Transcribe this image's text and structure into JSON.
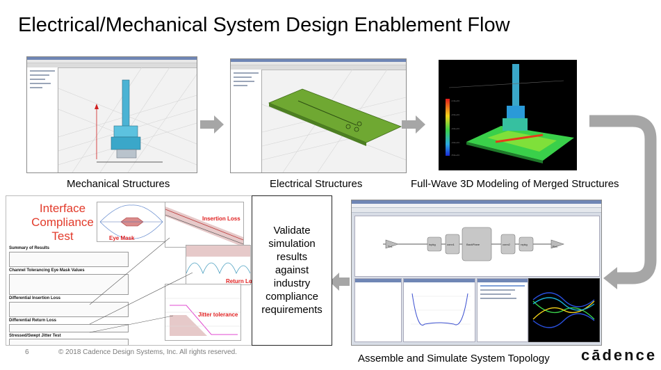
{
  "slide": {
    "title": "Electrical/Mechanical System Design Enablement Flow",
    "page_number": "6",
    "copyright": "© 2018 Cadence Design Systems, Inc. All rights reserved.",
    "logo": "cādence"
  },
  "captions": {
    "mechanical": "Mechanical Structures",
    "electrical": "Electrical Structures",
    "fullwave": "Full-Wave 3D Modeling of Merged Structures",
    "assemble": "Assemble and Simulate System Topology"
  },
  "validate": {
    "lines": [
      "Validate",
      "simulation",
      "results",
      "against",
      "industry",
      "compliance",
      "requirements"
    ]
  },
  "report": {
    "title_lines": [
      "Interface",
      "Compliance",
      "Test"
    ],
    "eye_mask": "Eye Mask",
    "insertion_loss": "Insertion Loss",
    "return_loss": "Return Loss",
    "jitter_tolerance": "Jitter tolerance",
    "sections": [
      "Summary of Results",
      "Channel Tolerancing Eye Mask Values",
      "Differential Insertion Loss",
      "Differential Return Loss",
      "Stressed/Swept Jitter Test"
    ]
  },
  "topology": {
    "blocks": [
      "Tx1",
      "topkg",
      "conn1",
      "BackPlane",
      "conn2",
      "rxpkg",
      "Rx1"
    ]
  },
  "colors": {
    "arrow_gray": "#a6a6a6",
    "accent_red": "#e23a2a",
    "pcb_green": "#6fa832",
    "cad_blue": "#3aa7c9"
  }
}
